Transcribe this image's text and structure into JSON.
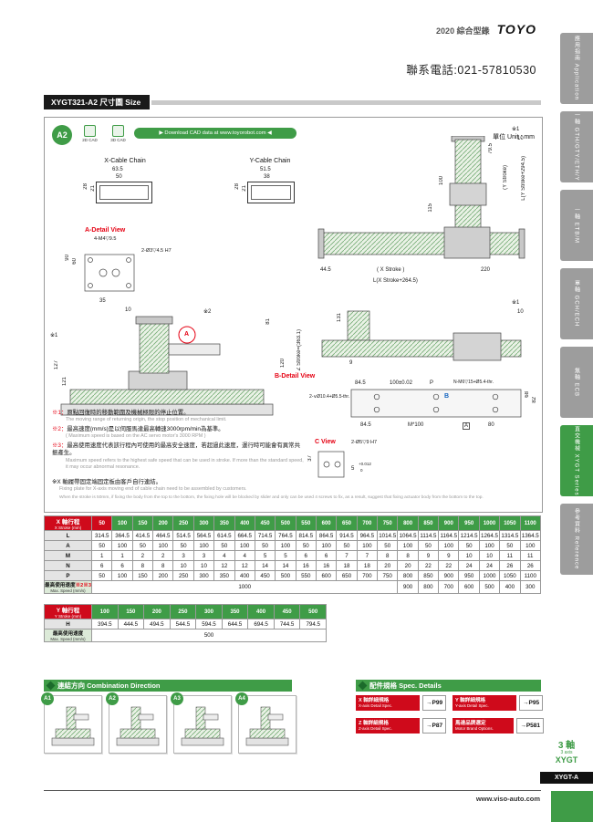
{
  "header": {
    "catalog": "2020 綜合型錄",
    "brand": "TOYO",
    "phone": "聯系電話:021-57810530"
  },
  "title_bar": {
    "model": "XYGT321-A2",
    "label": "尺寸圖 Size"
  },
  "sidebar": {
    "tabs": [
      {
        "label": "應用指南 Application",
        "active": false
      },
      {
        "label": "一軸 GTH/GTY/ETH/Y",
        "active": false
      },
      {
        "label": "一軸 ETB/M",
        "active": false
      },
      {
        "label": "單軸 GCH/ECH",
        "active": false
      },
      {
        "label": "無軸 ECB",
        "active": false
      },
      {
        "label": "直交機械 XYGT Series",
        "active": true
      },
      {
        "label": "參考資料 Reference",
        "active": false
      }
    ]
  },
  "drawing": {
    "badge": "A2",
    "cad_2d": "2D CAD",
    "cad_3d": "3D CAD",
    "download": "▶ Download CAD data at www.toyorobot.com ◀",
    "unit": "單位 Unit : mm",
    "x_chain": {
      "title": "X-Cable Chain",
      "w": "63.5",
      "w2": "50",
      "h": "28",
      "h2": "21"
    },
    "y_chain": {
      "title": "Y-Cable Chain",
      "w": "51.5",
      "w2": "38",
      "h": "28",
      "h2": "21"
    },
    "a_detail": {
      "title": "A-Detail View",
      "tap": "4-M4▽9.5",
      "pin": "2-Ø3▽4.5 H7",
      "d1": "90",
      "d2": "60",
      "d3": "35"
    },
    "front_view": {
      "m2": "※2",
      "m1": "※1",
      "d10": "10",
      "d127": "127",
      "d121": "121",
      "z_stroke": "Z Stroke=(363.1)",
      "d120": "120",
      "d81": "81",
      "a_mark": "A"
    },
    "top_view": {
      "m1": "※1",
      "d10": "10",
      "d795": "79.5",
      "ys": "(Y Stroke)",
      "ly": "L(Y Stroke+294.5)",
      "d100": "100",
      "d115": "115",
      "d445": "44.5",
      "xs": "( X  Stroke )",
      "d220": "220",
      "lx": "L(X Stroke+264.5)"
    },
    "side_view": {
      "m1": "※1",
      "d10": "10",
      "d131": "131",
      "d9": "9"
    },
    "b_detail": {
      "title": "B-Detail View",
      "b_mark": "B",
      "holes": "2-∨Ø10.4+Ø5.5-thr.",
      "d845a": "84.5",
      "tol": "100±0.02",
      "p": "P",
      "tap": "N-M6▽15+Ø5.4-thr.",
      "d68": "68",
      "d82": "82",
      "d845b": "84.5",
      "m100": "M*100",
      "a": "A",
      "d80": "80"
    },
    "c_view": {
      "title": "C View",
      "pin": "2-Ø5▽9 H7",
      "d37": "37",
      "d5": "5",
      "tol_up": "+0.012",
      "tol_dn": "0"
    },
    "notes": [
      {
        "mark": "※1：",
        "zh": "原點回復時的移動範圍及機械極限的停止位置。",
        "en": "The moving range of returning origin, the stop position of mechanical limit."
      },
      {
        "mark": "※2：",
        "zh": "最高速度(mm/s)是以伺服馬達最高轉速3000rpm/min為基準。",
        "en": "( Maximum speed is based on the AC servo motor's 3000 RPM )"
      },
      {
        "mark": "※3：",
        "zh": "最高使用速度代表該行程內可使用的最高安全速度，若超過此速度，運行時可能會有異常共振產生。",
        "en": "Maximum speed refers to the highest safe speed that can be used in stroke. If more than the standard speed, it may occur abnormal resonance."
      }
    ],
    "note_x_zh": "※X 軸履帶固定端固定板由客戶自行連結。",
    "note_x_en": "Fixing plate for X-axis moving end of cable chain need to be assembled by customers.",
    "note_bottom": "When the stroke is 50mm, if fixing the body from the top to the bottom, the fixing hole will be blocked by slider and only can be used 4 screws to fix, as a result, suggest that fixing actuator body from the bottom to the top."
  },
  "x_table": {
    "header_zh": "X 軸行程",
    "header_en": "X Stroke (mm)",
    "strokes": [
      "50",
      "100",
      "150",
      "200",
      "250",
      "300",
      "350",
      "400",
      "450",
      "500",
      "550",
      "600",
      "650",
      "700",
      "750",
      "800",
      "850",
      "900",
      "950",
      "1000",
      "1050",
      "1100"
    ],
    "rows": [
      {
        "label": "L",
        "values": [
          "314.5",
          "364.5",
          "414.5",
          "464.5",
          "514.5",
          "564.5",
          "614.5",
          "664.5",
          "714.5",
          "764.5",
          "814.5",
          "864.5",
          "914.5",
          "964.5",
          "1014.5",
          "1064.5",
          "1114.5",
          "1164.5",
          "1214.5",
          "1264.5",
          "1314.5",
          "1364.5"
        ]
      },
      {
        "label": "A",
        "values": [
          "50",
          "100",
          "50",
          "100",
          "50",
          "100",
          "50",
          "100",
          "50",
          "100",
          "50",
          "100",
          "50",
          "100",
          "50",
          "100",
          "50",
          "100",
          "50",
          "100",
          "50",
          "100"
        ]
      },
      {
        "label": "M",
        "values": [
          "1",
          "1",
          "2",
          "2",
          "3",
          "3",
          "4",
          "4",
          "5",
          "5",
          "6",
          "6",
          "7",
          "7",
          "8",
          "8",
          "9",
          "9",
          "10",
          "10",
          "11",
          "11"
        ]
      },
      {
        "label": "N",
        "values": [
          "6",
          "6",
          "8",
          "8",
          "10",
          "10",
          "12",
          "12",
          "14",
          "14",
          "16",
          "16",
          "18",
          "18",
          "20",
          "20",
          "22",
          "22",
          "24",
          "24",
          "26",
          "26"
        ]
      },
      {
        "label": "P",
        "values": [
          "50",
          "100",
          "150",
          "200",
          "250",
          "300",
          "350",
          "400",
          "450",
          "500",
          "550",
          "600",
          "650",
          "700",
          "750",
          "800",
          "850",
          "900",
          "950",
          "1000",
          "1050",
          "1100"
        ]
      }
    ],
    "speed_zh": "最高使用速度",
    "speed_mark": "※2※3",
    "speed_en": "Max. Speed (mm/s)",
    "speed_main": "1000",
    "speed_main_span": 15,
    "speed_tail": [
      "900",
      "800",
      "700",
      "600",
      "500",
      "400",
      "300"
    ]
  },
  "y_table": {
    "header_zh": "Y 軸行程",
    "header_en": "Y Stroke (mm)",
    "strokes": [
      "100",
      "150",
      "200",
      "250",
      "300",
      "350",
      "400",
      "450",
      "500"
    ],
    "row_label": "H",
    "row_values": [
      "394.5",
      "444.5",
      "494.5",
      "544.5",
      "594.5",
      "644.5",
      "694.5",
      "744.5",
      "794.5"
    ],
    "speed_zh": "最高使用速度",
    "speed_en": "Max. Speed (mm/s)",
    "speed_value": "500"
  },
  "combination": {
    "title_zh": "連結方向",
    "title_en": "Combination Direction",
    "items": [
      "A1",
      "A2",
      "A3",
      "A4"
    ]
  },
  "spec_details": {
    "title_zh": "配件規格",
    "title_en": "Spec. Details",
    "items": [
      {
        "zh": "X 軸詳細規格",
        "en": "X-axis Detail Spec.",
        "page": "→P99"
      },
      {
        "zh": "Y 軸詳細規格",
        "en": "Y-axis Detail Spec.",
        "page": "→P95"
      },
      {
        "zh": "Z 軸詳細規格",
        "en": "Z-axis Detail Spec.",
        "page": "→P87"
      },
      {
        "zh": "馬達品牌選定",
        "en": "Motor Brand Options.",
        "page": "→P581"
      }
    ]
  },
  "footer": {
    "axes_zh": "3 軸",
    "axes_en": "3 axis",
    "series": "XYGT",
    "tab": "XYGT-A",
    "url": "www.viso-auto.com"
  },
  "colors": {
    "accent_green": "#3f9c47",
    "accent_red": "#cf0a1b",
    "tab_gray": "#9d9d9d",
    "black": "#1a1a1a"
  }
}
